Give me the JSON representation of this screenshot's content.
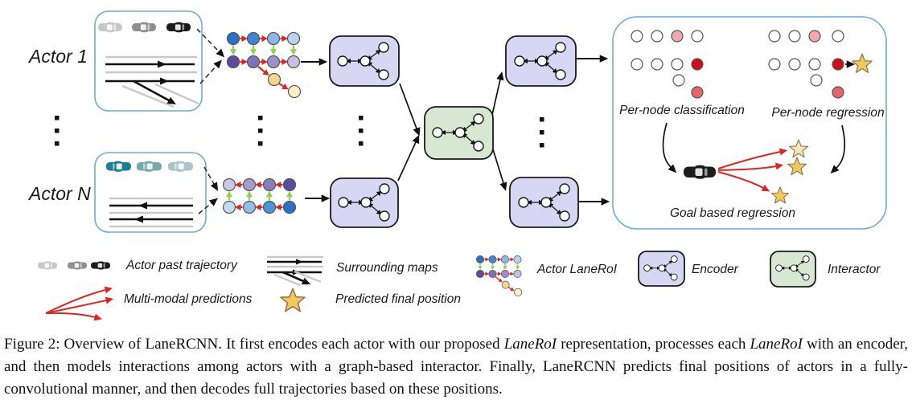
{
  "figure": {
    "actor1_label": "Actor 1",
    "actorN_label": "Actor N",
    "annotations": {
      "per_node_classification": "Per-node classification",
      "per_node_regression": "Per-node regression",
      "goal_based_regression": "Goal based regression"
    }
  },
  "legend": {
    "actor_past_trajectory": "Actor past trajectory",
    "surrounding_maps": "Surrounding maps",
    "actor_lane_roi": "Actor LaneRoI",
    "encoder": "Encoder",
    "interactor": "Interactor",
    "multi_modal_predictions": "Multi-modal predictions",
    "predicted_final_position": "Predicted final position"
  },
  "colors": {
    "encoder_fill": "#d9d6f3",
    "interactor_fill": "#d6e8d2",
    "box_border_blue": "#6aabdf",
    "red_arrow": "#e02521",
    "green_arrow": "#8fd14f",
    "white_node": "#ffffff",
    "lane_roi_actor1": {
      "row1": [
        "#2a72c8",
        "#3d85d6",
        "#8ab7e6",
        "#b9d3ee"
      ],
      "row2": [
        "#5a4da0",
        "#7f72ba",
        "#9c90cb",
        "#c6bfdf"
      ],
      "extra": [
        "#f6d78c",
        "#fdf0c5"
      ]
    },
    "lane_roi_actorN": {
      "row1": [
        "#cdc6e2",
        "#a79bce",
        "#8a7cbd",
        "#5a4da0"
      ],
      "row2": [
        "#c3dcf2",
        "#90c0e8",
        "#4a94d8",
        "#2a72c6"
      ]
    },
    "classification_nodes": [
      "#ffffff",
      "#ffffff",
      "#f2a9ae",
      "#ffffff",
      "#ffffff",
      "#ffffff",
      "#ffffff",
      "#c9101c",
      "#ffffff",
      "#e2666c"
    ],
    "regression_nodes": [
      "#ffffff",
      "#ffffff",
      "#f2a9ae",
      "#ffffff",
      "#ffffff",
      "#ffffff",
      "#ffffff",
      "#c9101c",
      "#ffffff",
      "#e2666c"
    ],
    "star_gold": "#f2c75c",
    "star_light": "#f6e5bb",
    "cars_actor1": [
      "#c8c8c8",
      "#8f8f8f",
      "#1d1d1d"
    ],
    "cars_actorN": [
      "#1a7f8f",
      "#7aa6ae",
      "#abc4c9"
    ],
    "goal_car": "#1d1d1d"
  },
  "caption": {
    "part1": "Figure 2:  Overview of LaneRCNN. It first encodes each actor with our proposed ",
    "italic1": "LaneRoI",
    "part2": " representation, processes each ",
    "italic2": "LaneRoI",
    "part3": " with an encoder, and then models interactions among actors with a graph-based interactor.  Finally, LaneRCNN predicts final positions of actors in a fully-convolutional manner, and then decodes full trajectories based on these positions."
  }
}
